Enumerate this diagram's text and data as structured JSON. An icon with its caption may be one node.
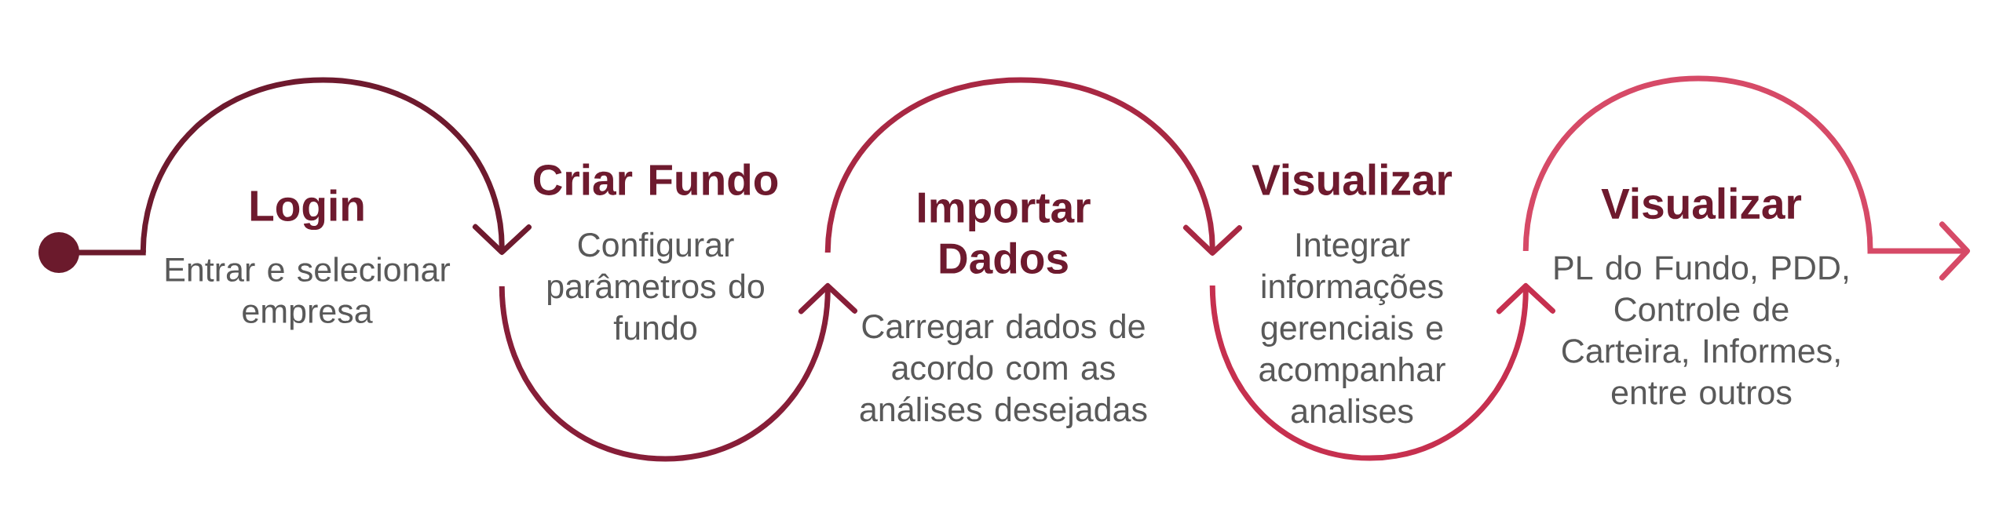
{
  "diagram": {
    "nodes": [
      {
        "text": [],
        "shape": "circle"
      },
      {
        "text": [
          "Login",
          "Entrar e selecionar empresa"
        ]
      },
      {
        "text": [
          "Criar Fundo",
          "Configurar parâmetros do fundo"
        ]
      },
      {
        "text": [
          "Importar Dados",
          "Carregar dados de acordo com as análises desejadas"
        ]
      },
      {
        "text": [
          "Visualizar",
          "Integrar informações gerenciais e acompanhar analises"
        ]
      },
      {
        "text": [
          "Visualizar",
          "PL do Fundo, PDD, Controle de Carteira, Informes, entre outros"
        ]
      }
    ],
    "edges": [
      {
        "from": 0,
        "to": 1,
        "arrow": "none",
        "color": "#6b1a2c"
      },
      {
        "from": 1,
        "to": 2,
        "arrow": "to",
        "color": "#6e1a2e"
      },
      {
        "from": 2,
        "to": 3,
        "arrow": "to",
        "color": "#871e38"
      },
      {
        "from": 3,
        "to": 4,
        "arrow": "to",
        "color": "#a82843"
      },
      {
        "from": 4,
        "to": 5,
        "arrow": "to",
        "color": "#c6304f"
      },
      {
        "from": 5,
        "to": null,
        "arrow": "to",
        "color": "#d64a67"
      }
    ]
  }
}
